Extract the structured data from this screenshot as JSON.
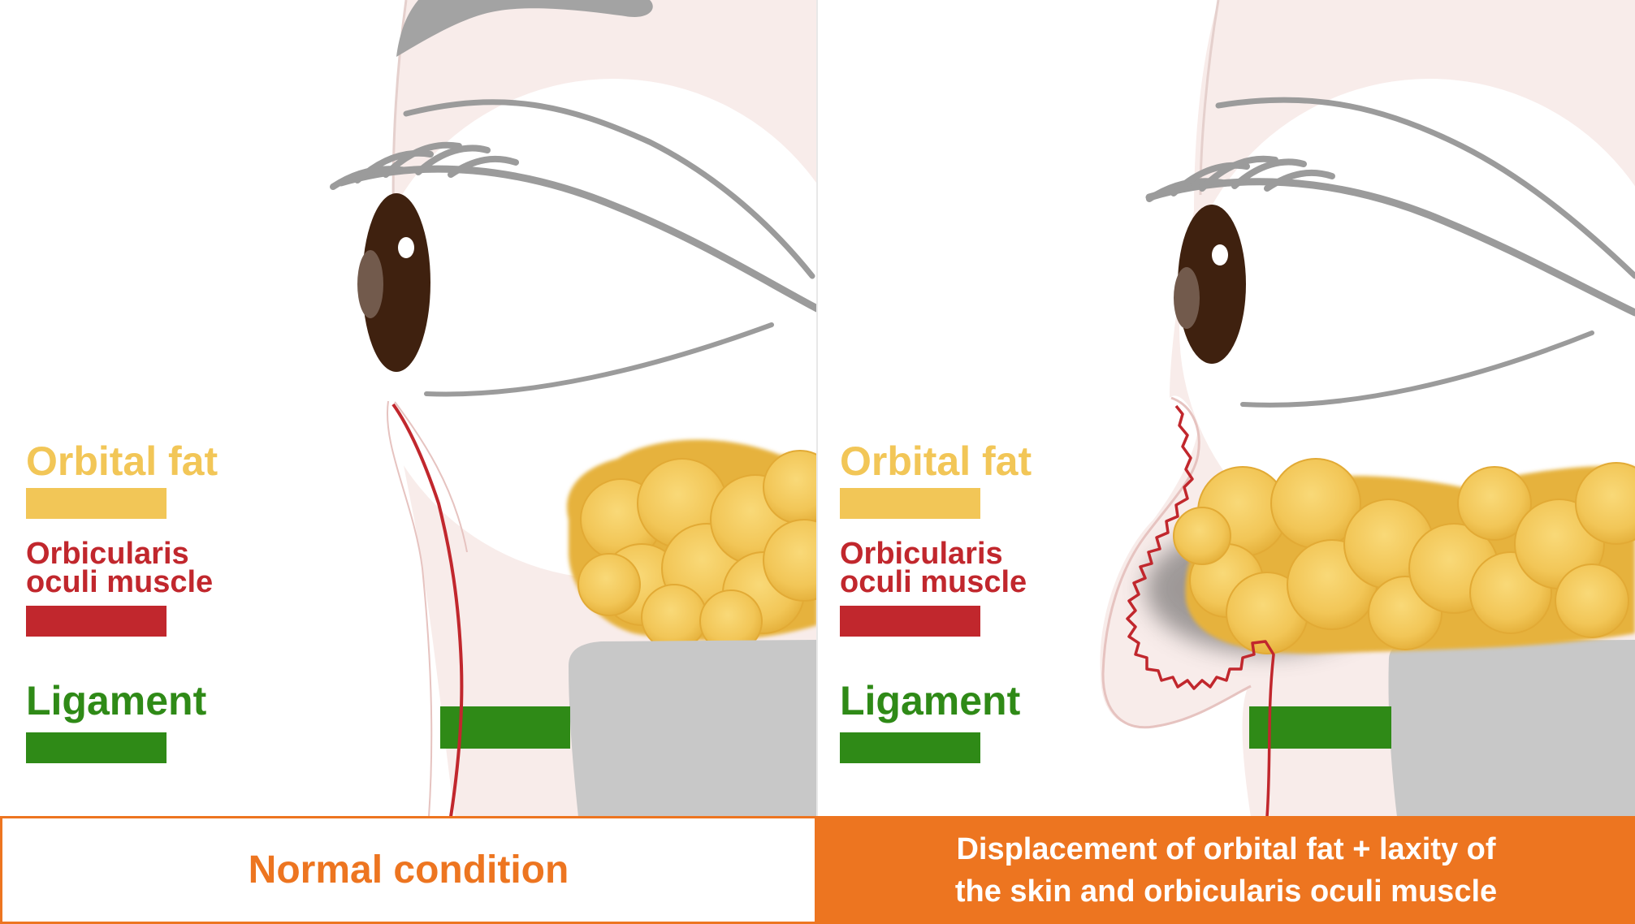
{
  "colors": {
    "orbital_fat": "#f2c657",
    "orbicularis_muscle": "#c1272d",
    "ligament": "#2f8a17",
    "caption_accent": "#ed7520",
    "skin": "#f8ecea",
    "bone": "#c8c8c8",
    "iris": "#3f210f",
    "lashes": "#9b9b9b"
  },
  "legend": {
    "orbital_fat": "Orbital fat",
    "orbicularis_muscle": "Orbicularis\noculi muscle",
    "ligament": "Ligament"
  },
  "panels": [
    {
      "id": "normal",
      "caption": "Normal condition"
    },
    {
      "id": "displaced",
      "caption": "Displacement of orbital fat + laxity of\nthe skin and orbicularis oculi muscle"
    }
  ]
}
